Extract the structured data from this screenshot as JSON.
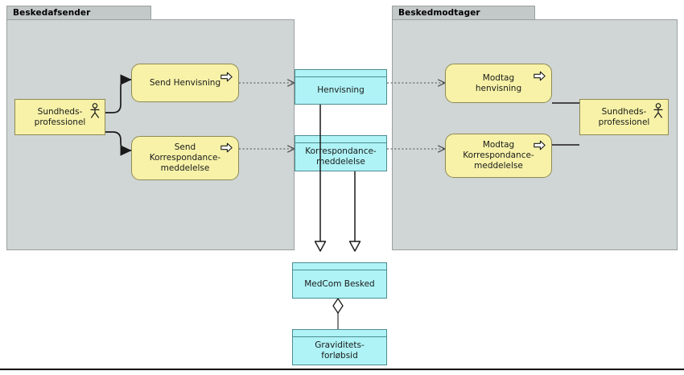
{
  "diagram": {
    "type": "archimate-uml",
    "groups": [
      {
        "id": "sender",
        "title": "Beskedafsender"
      },
      {
        "id": "receiver",
        "title": "Beskedmodtager"
      }
    ],
    "actors": [
      {
        "id": "actor-left",
        "label": "Sundheds-\nprofessionel",
        "icon": "actor-icon"
      },
      {
        "id": "actor-right",
        "label": "Sundheds-\nprofessionel",
        "icon": "actor-icon"
      }
    ],
    "processes": [
      {
        "id": "send-henvisning",
        "label": "Send Henvisning",
        "icon": "process-arrow-icon"
      },
      {
        "id": "send-korrespondance",
        "label": "Send\nKorrespondance-\nmeddelelse",
        "icon": "process-arrow-icon"
      },
      {
        "id": "modtag-henvisning",
        "label": "Modtag\nhenvisning",
        "icon": "process-arrow-icon"
      },
      {
        "id": "modtag-korrespondance",
        "label": "Modtag\nKorrespondance-\nmeddelelse",
        "icon": "process-arrow-icon"
      }
    ],
    "objects": [
      {
        "id": "henvisning",
        "label": "Henvisning"
      },
      {
        "id": "korrespondance",
        "label": "Korrespondance-\nmeddelelse"
      },
      {
        "id": "medcom-besked",
        "label": "MedCom Besked"
      },
      {
        "id": "graviditetsforloebsid",
        "label": "Graviditets-\nforløbsid"
      }
    ],
    "colors": {
      "group_body": "#d0d5d5",
      "group_tab": "#c3c8c8",
      "node_fill": "#f7f2a8",
      "node_border": "#8e8b53",
      "object_fill": "#aff3f6",
      "object_border": "#4c8c90",
      "line": "#1a1a1a"
    }
  }
}
